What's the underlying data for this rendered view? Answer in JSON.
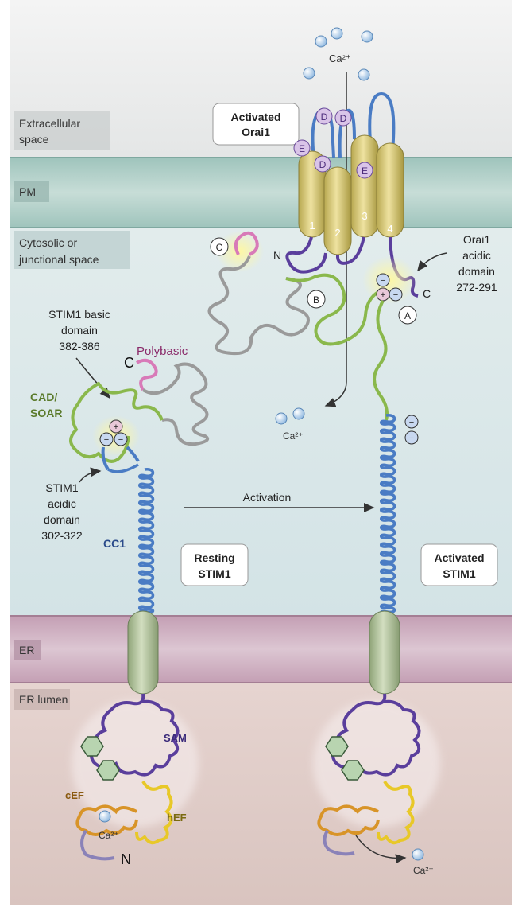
{
  "regions": {
    "extracellular": "Extracellular space",
    "extracellular_line1": "Extracellular",
    "extracellular_line2": "space",
    "pm": "PM",
    "cytosolic_line1": "Cytosolic or",
    "cytosolic_line2": "junctional space",
    "er": "ER",
    "er_lumen": "ER lumen"
  },
  "orai1": {
    "boxed_label_line1": "Activated",
    "boxed_label_line2": "Orai1",
    "tm_numbers": [
      "1",
      "2",
      "3",
      "4"
    ],
    "residue_markers": [
      "D",
      "D",
      "E",
      "D",
      "E"
    ],
    "acidic_domain_lines": [
      "Orai1",
      "acidic",
      "domain",
      "272-291"
    ],
    "terminus_n": "N",
    "terminus_c": "C"
  },
  "circled_markers": [
    "C",
    "B",
    "A"
  ],
  "stim1_resting": {
    "basic_domain_lines": [
      "STIM1 basic",
      "domain",
      "382-386"
    ],
    "c_terminus": "C",
    "polybasic": "Polybasic",
    "cad_soar_line1": "CAD/",
    "cad_soar_line2": "SOAR",
    "acidic_domain_lines": [
      "STIM1",
      "acidic",
      "domain",
      "302-322"
    ],
    "cc1": "CC1",
    "boxed_label_line1": "Resting",
    "boxed_label_line2": "STIM1",
    "sam": "SAM",
    "cef": "cEF",
    "hef": "hEF",
    "ca": "Ca²⁺",
    "n_terminus": "N"
  },
  "stim1_activated": {
    "boxed_label_line1": "Activated",
    "boxed_label_line2": "STIM1"
  },
  "activation_arrow_label": "Activation",
  "ca_labels": {
    "extracellular": "Ca²⁺",
    "cytosol": "Ca²⁺",
    "lumen_released": "Ca²⁺"
  },
  "colors": {
    "membrane": "#a8c8c0",
    "er_membrane": "#c8a8b8",
    "orai_tm": "#d8cc80",
    "stim_tm": "#b8c8a0",
    "coil_blue": "#4a7cc4",
    "cad_green": "#8ab84c",
    "sam_purple": "#5a3e9c",
    "cef_orange": "#d89428",
    "hef_yellow": "#e8c828",
    "polybasic_pink": "#d87ab8",
    "tail_gray": "#9a9a9a",
    "ca_ion": "#aecde8"
  }
}
